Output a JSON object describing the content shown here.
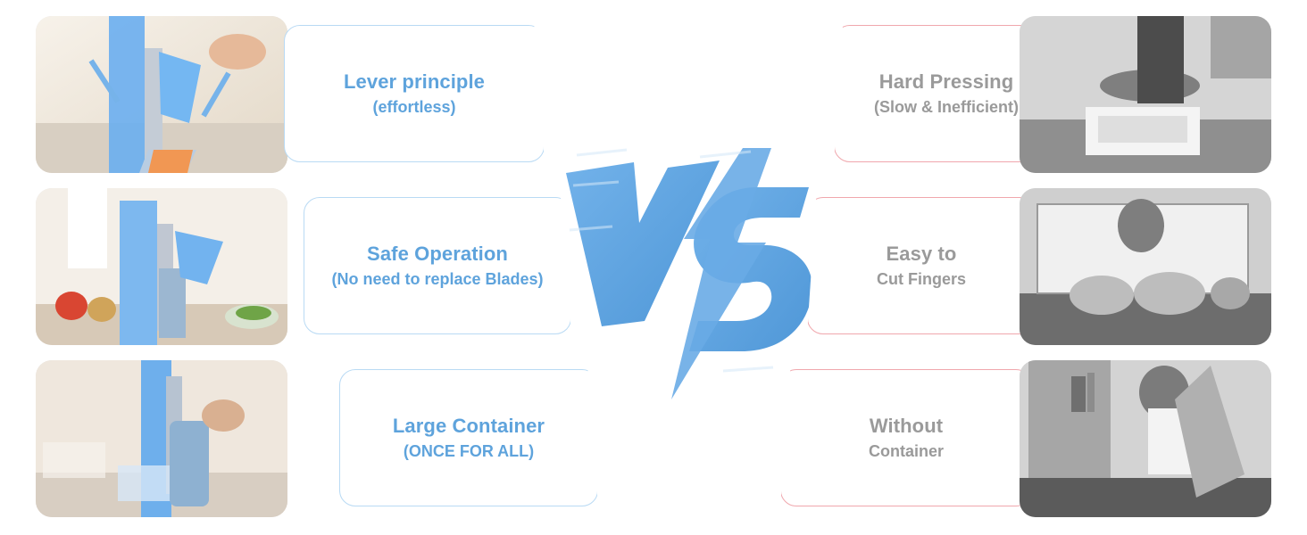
{
  "left_items": [
    {
      "title": "Lever principle",
      "subtitle": "(effortless)"
    },
    {
      "title": "Safe Operation",
      "subtitle": "(No need to replace Blades)"
    },
    {
      "title": "Large Container",
      "subtitle": "(ONCE FOR ALL)"
    }
  ],
  "right_items": [
    {
      "title": "Hard Pressing",
      "subtitle": "(Slow & Inefficient)"
    },
    {
      "title": "Easy to",
      "subtitle": "Cut Fingers"
    },
    {
      "title": "Without",
      "subtitle": "Container"
    }
  ],
  "colors": {
    "accent_blue": "#5ea3dc",
    "muted_gray": "#9a9a9a",
    "left_border": "#b9daf4",
    "right_border": "#f0a7ad"
  },
  "icons": {
    "center_mark": "vs-logo"
  }
}
